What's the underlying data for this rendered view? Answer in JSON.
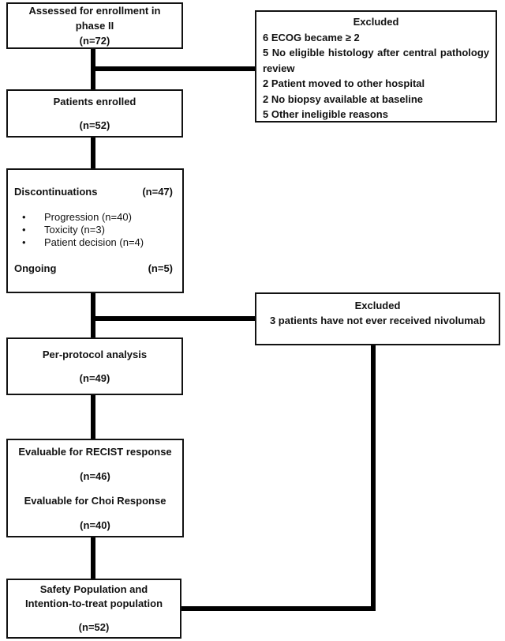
{
  "boxes": {
    "assessed": {
      "line1": "Assessed for enrollment in",
      "line2": "phase II",
      "n": "(n=72)"
    },
    "excluded1": {
      "title": "Excluded",
      "items": [
        "6 ECOG became ≥ 2",
        "5 No eligible histology after central pathology review",
        "2 Patient moved to other hospital",
        "2 No biopsy available at baseline",
        "5 Other ineligible reasons"
      ]
    },
    "enrolled": {
      "line1": "Patients enrolled",
      "n": "(n=52)"
    },
    "discontinuations": {
      "title": "Discontinuations",
      "title_n": "(n=47)",
      "bullet_char": "•",
      "bullets": [
        "Progression (n=40)",
        "Toxicity (n=3)",
        "Patient decision (n=4)"
      ],
      "ongoing": "Ongoing",
      "ongoing_n": "(n=5)"
    },
    "excluded2": {
      "title": "Excluded",
      "body": "3 patients have not ever received nivolumab"
    },
    "per_protocol": {
      "line1": "Per-protocol analysis",
      "n": "(n=49)"
    },
    "evaluable": {
      "line1": "Evaluable for RECIST response",
      "n1": "(n=46)",
      "line2": "Evaluable for Choi Response",
      "n2": "(n=40)"
    },
    "safety": {
      "line1": "Safety Population and",
      "line2": "Intention-to-treat population",
      "n": "(n=52)"
    }
  },
  "colors": {
    "background": "#ffffff",
    "border": "#121212",
    "text": "#121212",
    "connector": "#000000"
  }
}
